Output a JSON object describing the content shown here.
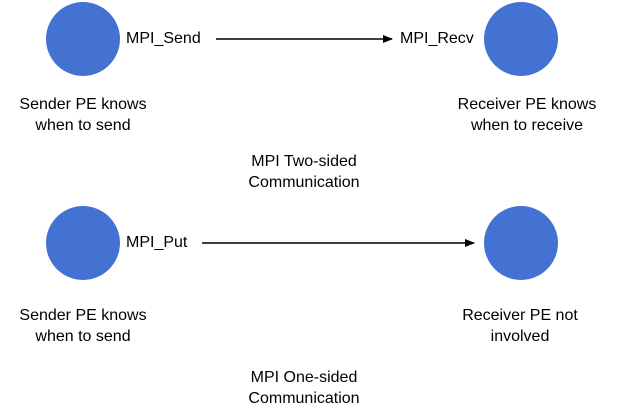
{
  "colors": {
    "node": "#4472d2",
    "arrow": "#000000"
  },
  "two_sided": {
    "send_label": "MPI_Send",
    "recv_label": "MPI_Recv",
    "sender_caption": [
      "Sender PE knows",
      "when to send"
    ],
    "receiver_caption": [
      "Receiver PE knows",
      "when to receive"
    ],
    "title": [
      "MPI Two-sided",
      "Communication"
    ]
  },
  "one_sided": {
    "put_label": "MPI_Put",
    "sender_caption": [
      "Sender PE knows",
      "when to send"
    ],
    "receiver_caption": [
      "Receiver PE not",
      "involved"
    ],
    "title": [
      "MPI One-sided",
      "Communication"
    ]
  }
}
